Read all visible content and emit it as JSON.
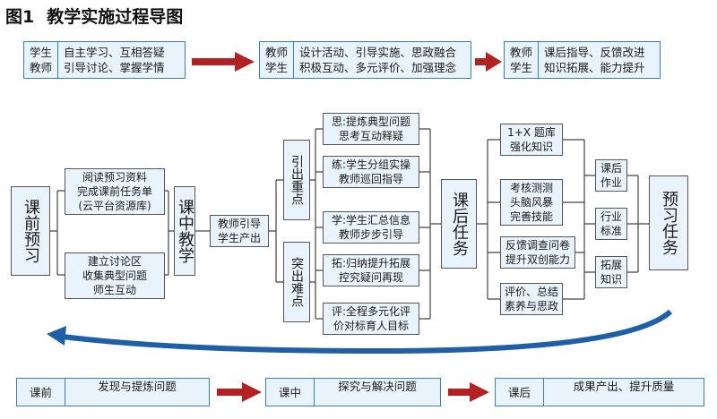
{
  "figure": {
    "label": "图1",
    "title": "教学实施过程导图"
  },
  "top_row": [
    {
      "roles": [
        "学生",
        "教师"
      ],
      "lines": [
        "自主学习、互相答疑",
        "引导讨论、掌握学情"
      ]
    },
    {
      "roles": [
        "教师",
        "学生"
      ],
      "lines": [
        "设计活动、引导实施、思政融合",
        "积极互动、多元评价、加强理念"
      ]
    },
    {
      "roles": [
        "教师",
        "学生"
      ],
      "lines": [
        "课后指导、反馈改进",
        "知识拓展、能力提升"
      ]
    }
  ],
  "diagram": {
    "pre_class": "课前预习",
    "pre_tasks": [
      [
        "阅读预习资料",
        "完成课前任务单",
        "(云平台资源库)"
      ],
      [
        "建立讨论区",
        "收集典型问题",
        "师生互动"
      ]
    ],
    "in_class": "课中教学",
    "teacher_guide": [
      "教师引导",
      "学生产出"
    ],
    "key_point": "引出重点",
    "difficult_point": "突出难点",
    "steps": [
      [
        "思:提炼典型问题",
        "思考互动释疑"
      ],
      [
        "练:学生分组实操",
        "教师巡回指导"
      ],
      [
        "学:学生汇总信息",
        "教师步步引导"
      ],
      [
        "拓:归纳提升拓展",
        "控究疑问再现"
      ],
      [
        "评:全程多元化评",
        "价对标育人目标"
      ]
    ],
    "after_class": "课后任务",
    "after_tasks": [
      [
        "1+X 题库",
        "强化知识"
      ],
      [
        "考核测测",
        "头脑风暴",
        "完善技能"
      ],
      [
        "反馈调查问卷",
        "提升双创能力"
      ],
      [
        "评价、总结",
        "素养与思政"
      ]
    ],
    "after_outputs": [
      [
        "课后",
        "作业"
      ],
      [
        "行业",
        "标准"
      ],
      [
        "拓展",
        "知识"
      ]
    ],
    "preview_task": "预习任务"
  },
  "bottom_row": [
    {
      "stage": "课前",
      "text": "发现与提炼问题"
    },
    {
      "stage": "课中",
      "text": "探究与解决问题"
    },
    {
      "stage": "课后",
      "text": "成果产出、提升质量"
    }
  ],
  "colors": {
    "arrow_red": "#b22222",
    "arrow_blue": "#1f5fa8",
    "border_blue": "#3a7fb5",
    "fill": "#e9f3fb"
  }
}
